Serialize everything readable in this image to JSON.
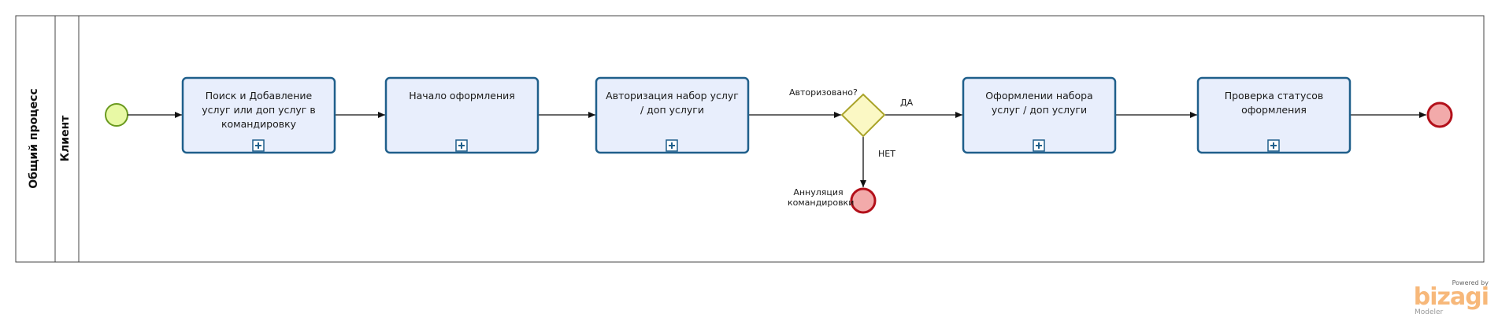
{
  "pool": {
    "label": "Общий процесс"
  },
  "lane": {
    "label": "Клиент"
  },
  "tasks": [
    {
      "label": "Поиск и Добавление услуг или доп услуг в командировку"
    },
    {
      "label": "Начало оформления"
    },
    {
      "label": "Авторизация набор услуг / доп услуги"
    },
    {
      "label": "Оформлении набора услуг / доп услуги"
    },
    {
      "label": "Проверка статусов оформления"
    }
  ],
  "gateway": {
    "label": "Авторизовано?"
  },
  "flows": {
    "yes_label": "ДА",
    "no_label": "НЕТ"
  },
  "end_events": {
    "cancel_label": "Аннуляция командировки"
  },
  "colors": {
    "task_fill": "#e8eefc",
    "task_border": "#1f5f8b",
    "start_fill": "#e8f9a5",
    "start_border": "#6a9a1f",
    "end_fill": "#f2aaaa",
    "end_border": "#b3101a",
    "gateway_fill": "#fbf8c4",
    "gateway_border": "#a9a329"
  },
  "watermark": {
    "powered": "Powered by",
    "brand": "bizagi",
    "product": "Modeler"
  }
}
